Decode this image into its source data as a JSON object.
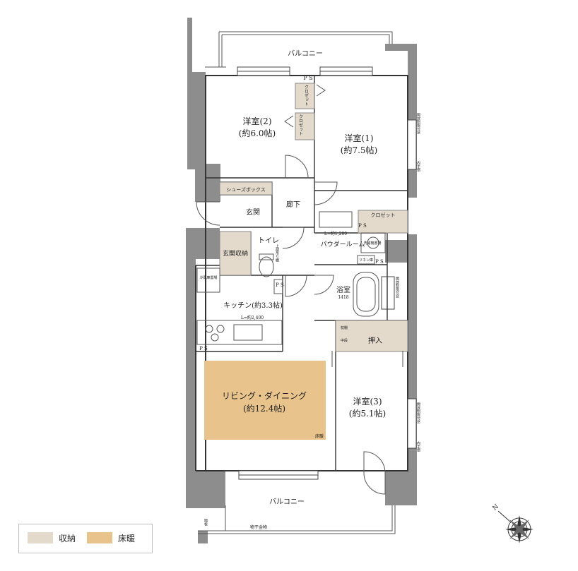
{
  "balcony_north": "バルコニー",
  "balcony_south": "バルコニー",
  "ps_top": "P S",
  "room2": {
    "name": "洋室(2)",
    "size": "(約6.0帖)"
  },
  "room1": {
    "name": "洋室(1)",
    "size": "(約7.5帖)"
  },
  "room3": {
    "name": "洋室(3)",
    "size": "(約5.1帖)"
  },
  "closet_a": "クロゼット",
  "closet_b": "クロゼット",
  "closet_c": "クロゼット",
  "shoe_box": "シューズボックス",
  "genkan": "玄関",
  "rouka": "廊下",
  "genkan_storage": "玄関収納",
  "toilet": "トイレ",
  "toilet_shelf": "上部吊り棚",
  "ps_toilet": "P S",
  "ps_powder": "P S",
  "powder_room": "パウダールーム",
  "vanity_length": "L=約1,200",
  "washer": "洗濯機置場",
  "linen": "リネン庫",
  "ps_bath": "P S",
  "bath": {
    "name": "浴室",
    "size": "1418"
  },
  "fridge": "冷蔵庫置場",
  "ps_kitchen": "P S",
  "kitchen": "キッチン(約3.3帖)",
  "counter_length": "L=約2,400",
  "ps_living": "P S",
  "living": {
    "name": "リビング・ダイニング",
    "size": "(約12.4帖)"
  },
  "floor_heat_label": "床暖",
  "oshiire": "押入",
  "makura_dana": "枕棚",
  "chu_dan": "中段",
  "sash_note_1": "開放制限付窓",
  "sash_note_2": "開放制限付窓",
  "sash_note_3": "開放制限付窓",
  "handrail_1": "内手摺",
  "handrail_2": "内手摺",
  "partition": "隔板",
  "laundry_hardware": "物干金物",
  "compass_label": "N",
  "legend": {
    "storage": "収納",
    "floor_heating": "床暖"
  },
  "colors": {
    "storage": "#e3dacb",
    "floor_heating": "#e8c38c",
    "wall": "#8d8d8d"
  }
}
